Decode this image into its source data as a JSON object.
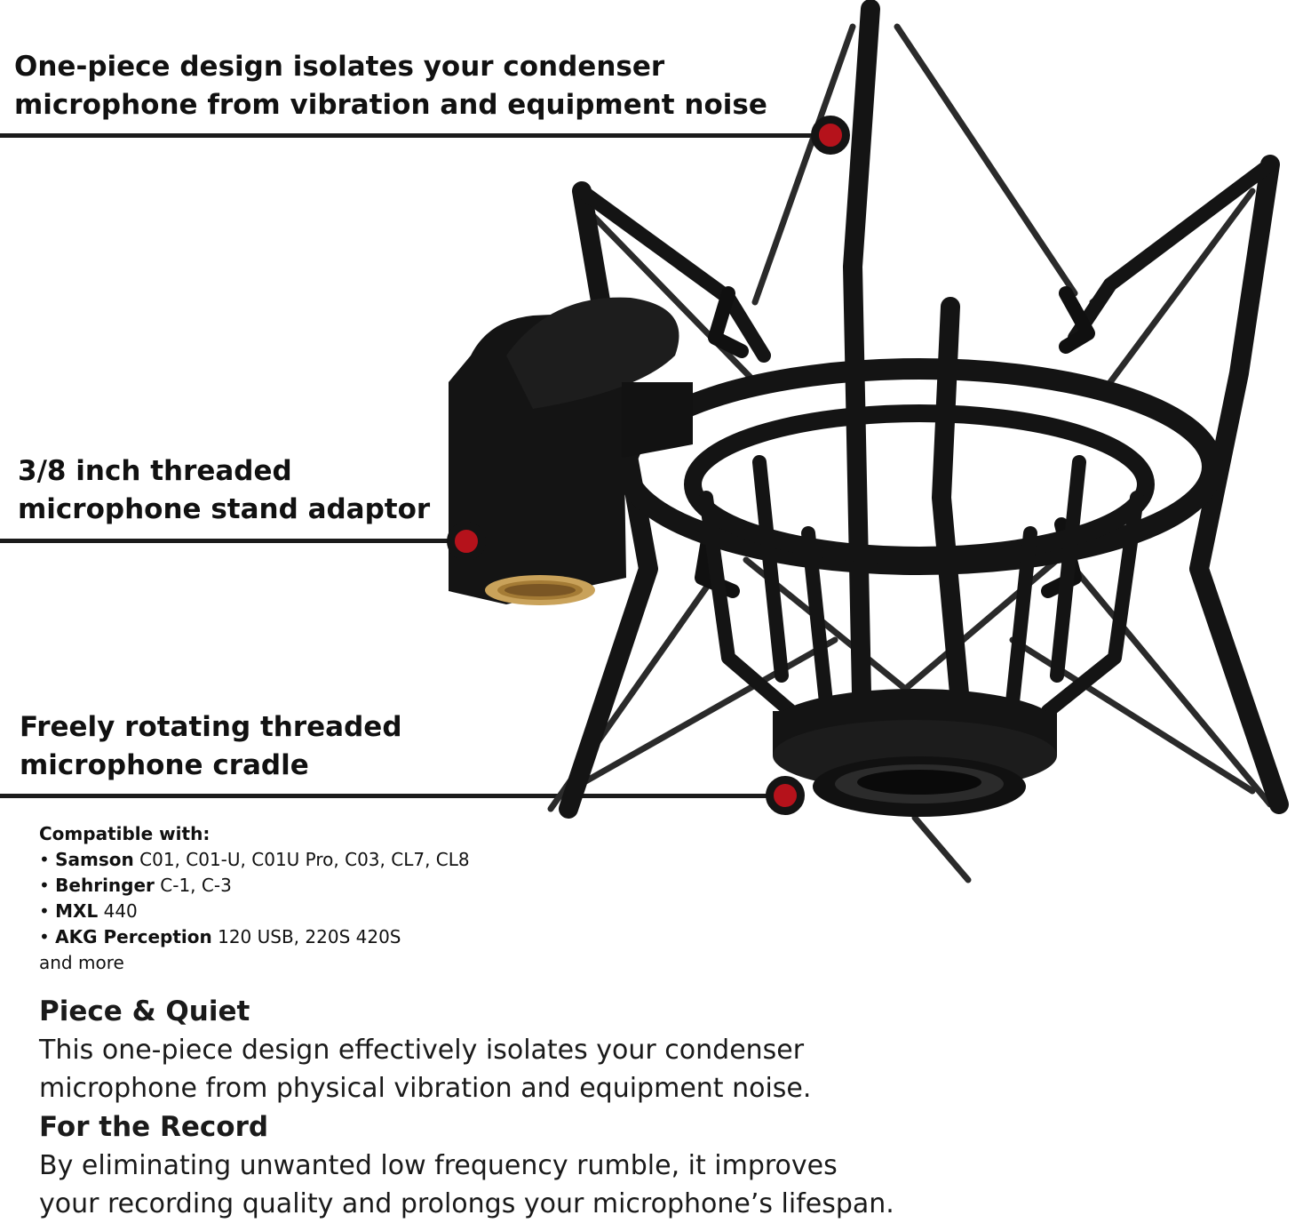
{
  "callouts": [
    {
      "lines": [
        "One-piece design isolates your condenser",
        "microphone from vibration and equipment noise"
      ]
    },
    {
      "lines": [
        "3/8 inch threaded",
        "microphone stand adaptor"
      ]
    },
    {
      "lines": [
        "Freely rotating threaded",
        "microphone cradle"
      ]
    }
  ],
  "compat": {
    "heading": "Compatible with:",
    "items": [
      {
        "brand": "Samson",
        "models": "C01, C01-U, C01U Pro, C03, CL7, CL8"
      },
      {
        "brand": "Behringer",
        "models": "C-1, C-3"
      },
      {
        "brand": "MXL",
        "models": "440"
      },
      {
        "brand": "AKG Perception",
        "models": "120 USB, 220S 420S"
      }
    ],
    "footer": "and more"
  },
  "sections": [
    {
      "heading": "Piece & Quiet",
      "lines": [
        "This one-piece design effectively isolates your condenser",
        "microphone from physical vibration and equipment noise."
      ]
    },
    {
      "heading": "For the Record",
      "lines": [
        "By eliminating unwanted low frequency rumble, it improves",
        "your recording quality and prolongs your microphone’s lifespan."
      ]
    }
  ],
  "colors": {
    "accent": "#b5121b",
    "frame": "#141414",
    "brass": "#c9a25a",
    "line": "#1b1b1b"
  },
  "icons": {
    "product": "shock-mount-image"
  }
}
